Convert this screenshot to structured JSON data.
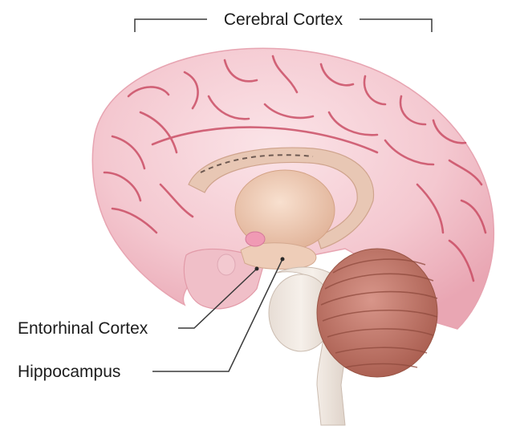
{
  "labels": {
    "cerebral_cortex": "Cerebral Cortex",
    "entorhinal_cortex": "Entorhinal Cortex",
    "hippocampus": "Hippocampus"
  },
  "colors": {
    "cortex": "#f2c4cc",
    "sulci": "#c8475f",
    "thalamus": "#efcdb6",
    "cerebellum": "#c47a6a",
    "brainstem": "#ede4dc",
    "leader_line": "#3a3a3a"
  }
}
